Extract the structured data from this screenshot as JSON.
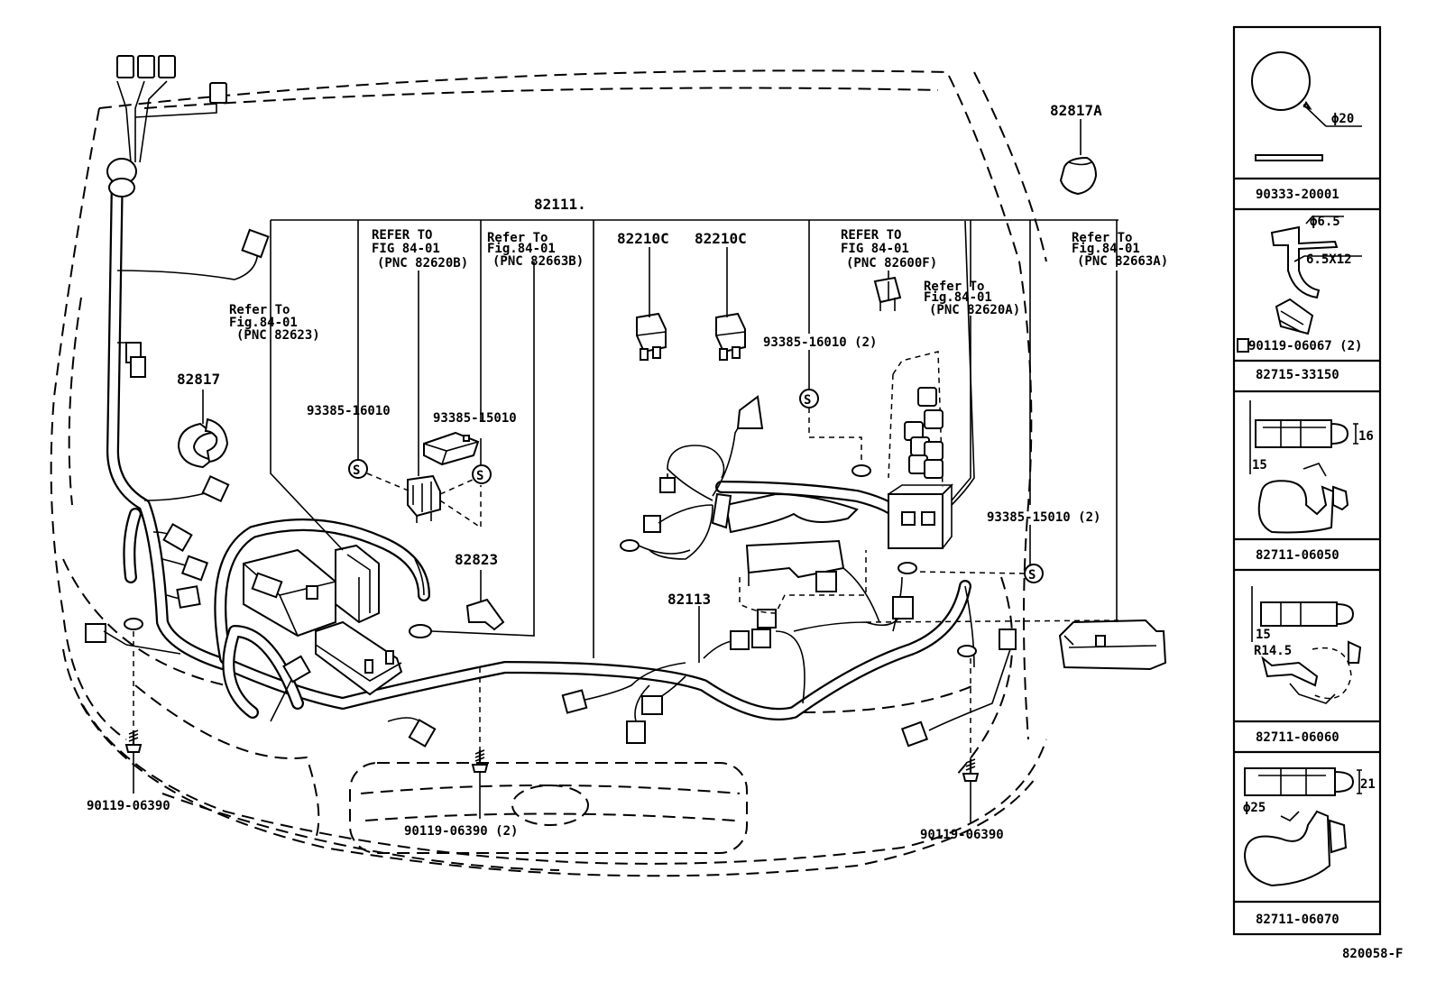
{
  "labels": {
    "harness_main": "82111.",
    "wire_82113": "82113",
    "clip_82817": "82817",
    "grommet_82817a": "82817A",
    "cover_82823": "82823",
    "relay_a": "82210C",
    "relay_b": "82210C",
    "clamp_93385_16010": "93385-16010",
    "clamp_93385_15010": "93385-15010",
    "clamp_93385_16010_2": "93385-16010 (2)",
    "clamp_93385_15010_2": "93385-15010 (2)",
    "bolt_left": "90119-06390",
    "bolt_center": "90119-06390 (2)",
    "bolt_right": "90119-06390",
    "drawing_number": "820058-F"
  },
  "references": {
    "ref_82623": [
      "Refer To",
      "Fig.84-01",
      "(PNC 82623)"
    ],
    "ref_82620b": [
      "REFER TO",
      "FIG 84-01",
      "(PNC 82620B)"
    ],
    "ref_82663b": [
      "Refer To",
      "Fig.84-01",
      "(PNC 82663B)"
    ],
    "ref_82600f": [
      "REFER TO",
      "FIG 84-01",
      "(PNC 82600F)"
    ],
    "ref_82620a": [
      "Refer To",
      "Fig.84-01",
      "(PNC 82620A)"
    ],
    "ref_82663a": [
      "Refer To",
      "Fig.84-01",
      "(PNC 82663A)"
    ]
  },
  "side_panel": {
    "cell1": {
      "part": "90333-20001",
      "dim": "ϕ20"
    },
    "cell2": {
      "part": "82715-33150",
      "dim_a": "ϕ6.5",
      "dim_b": "6.5X12",
      "bolt": "90119-06067 (2)"
    },
    "cell3": {
      "part": "82711-06050",
      "dim_a": "16",
      "dim_b": "15"
    },
    "cell4": {
      "part": "82711-06060",
      "dim_a": "15",
      "dim_b": "R14.5"
    },
    "cell5": {
      "part": "82711-06070",
      "dim_a": "21",
      "dim_b": "ϕ25"
    }
  }
}
